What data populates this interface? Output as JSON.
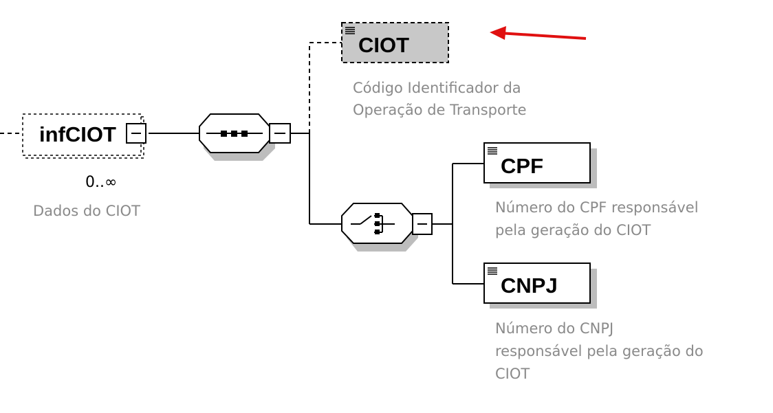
{
  "diagram": {
    "root": {
      "name": "infCIOT",
      "cardinality": "0..∞",
      "annotation": "Dados do CIOT"
    },
    "sequence_compositor": {
      "icon": "sequence-compositor-icon"
    },
    "choice_compositor": {
      "icon": "choice-compositor-icon"
    },
    "elements": {
      "ciot": {
        "name": "CIOT",
        "optional": true,
        "annotation_lines": [
          "Código Identificador da",
          "Operação de Transporte"
        ]
      },
      "cpf": {
        "name": "CPF",
        "annotation_lines": [
          "Número do CPF responsável",
          "pela geração do CIOT"
        ]
      },
      "cnpj": {
        "name": "CNPJ",
        "annotation_lines": [
          "Número do CNPJ",
          "responsável pela geração do",
          "CIOT"
        ]
      }
    },
    "colors": {
      "line": "#000000",
      "shadow": "#bdbdbd",
      "optional_fill": "#c8c8c8",
      "annotation_text": "#8a8a8a",
      "arrow": "#e01010"
    }
  }
}
